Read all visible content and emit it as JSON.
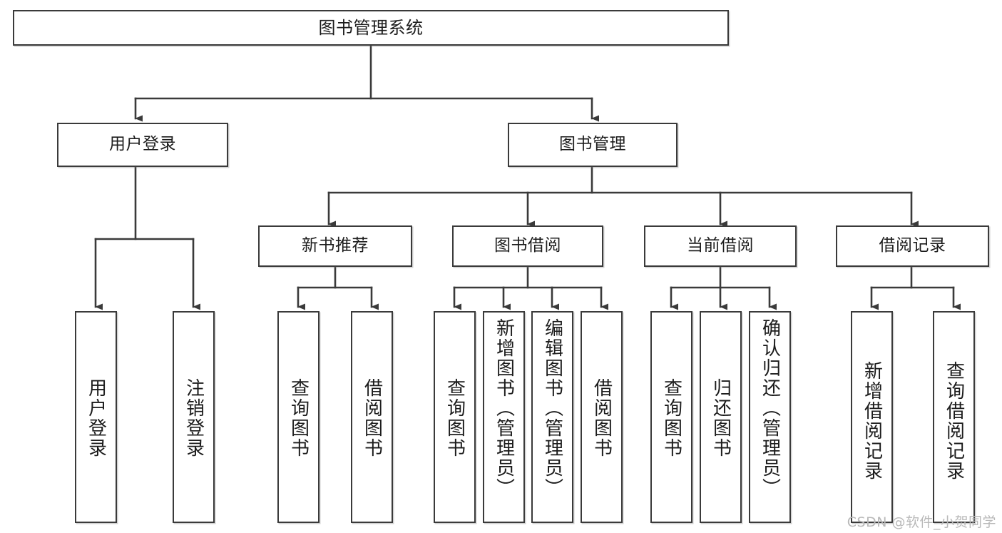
{
  "diagram": {
    "title": "图书管理系统",
    "watermark": "CSDN @软件_小贺同学",
    "colors": {
      "stroke": "#3a3a3a",
      "fill": "#ffffff",
      "text": "#1c1c1c",
      "watermark": "#b9b9b9"
    },
    "root": {
      "label": "图书管理系统"
    },
    "level2": [
      {
        "label": "用户登录"
      },
      {
        "label": "图书管理"
      }
    ],
    "level3": [
      {
        "label": "新书推荐"
      },
      {
        "label": "图书借阅"
      },
      {
        "label": "当前借阅"
      },
      {
        "label": "借阅记录"
      }
    ],
    "leaves": {
      "user_login": [
        {
          "label": "用户登录"
        },
        {
          "label": "注销登录"
        }
      ],
      "new_book_recommend": [
        {
          "label": "查询图书"
        },
        {
          "label": "借阅图书"
        }
      ],
      "book_borrow": [
        {
          "label": "查询图书"
        },
        {
          "label": "新增图书（管理员）"
        },
        {
          "label": "编辑图书（管理员）"
        },
        {
          "label": "借阅图书"
        }
      ],
      "current_borrow": [
        {
          "label": "查询图书"
        },
        {
          "label": "归还图书"
        },
        {
          "label": "确认归还（管理员）"
        }
      ],
      "borrow_record": [
        {
          "label": "新增借阅记录"
        },
        {
          "label": "查询借阅记录"
        }
      ]
    }
  }
}
